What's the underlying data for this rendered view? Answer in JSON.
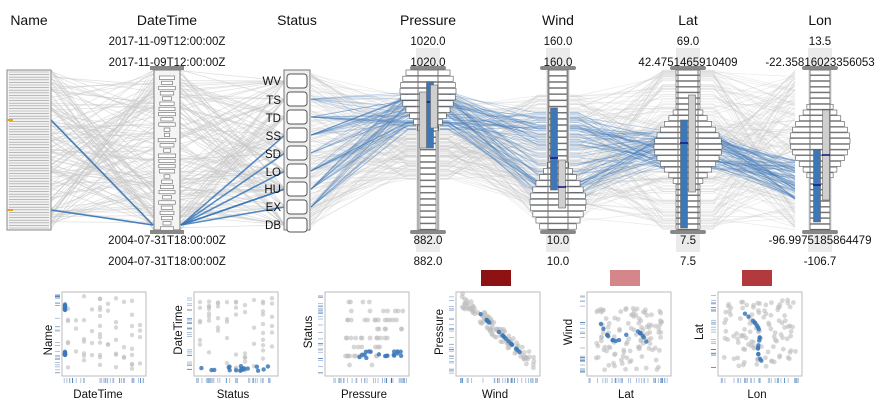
{
  "axes": [
    {
      "id": "name",
      "label": "Name"
    },
    {
      "id": "datetime",
      "label": "DateTime",
      "max_outer": "2017-11-09T12:00:00Z",
      "max_inner": "2017-11-09T12:00:00Z",
      "min_inner": "2004-07-31T18:00:00Z",
      "min_outer": "2004-07-31T18:00:00Z"
    },
    {
      "id": "status",
      "label": "Status",
      "categories": [
        "WV",
        "TS",
        "TD",
        "SS",
        "SD",
        "LO",
        "HU",
        "EX",
        "DB"
      ]
    },
    {
      "id": "pressure",
      "label": "Pressure",
      "max_outer": "1020.0",
      "max_inner": "1020.0",
      "min_inner": "882.0",
      "min_outer": "882.0"
    },
    {
      "id": "wind",
      "label": "Wind",
      "max_outer": "160.0",
      "max_inner": "160.0",
      "min_inner": "10.0",
      "min_outer": "10.0"
    },
    {
      "id": "lat",
      "label": "Lat",
      "max_outer": "69.0",
      "max_inner": "42.4751465910409",
      "min_inner": "7.5",
      "min_outer": "7.5"
    },
    {
      "id": "lon",
      "label": "Lon",
      "max_outer": "13.5",
      "max_inner": "-22.35816023356053",
      "min_inner": "-96.99751858644 79",
      "min_outer": "-106.7"
    }
  ],
  "scatter_matrix": [
    {
      "x": "DateTime",
      "y": "Name"
    },
    {
      "x": "Status",
      "y": "DateTime"
    },
    {
      "x": "Pressure",
      "y": "Status"
    },
    {
      "x": "Wind",
      "y": "Pressure",
      "swatch": "#8f1212"
    },
    {
      "x": "Lat",
      "y": "Wind",
      "swatch": "#d4868a"
    },
    {
      "x": "Lon",
      "y": "Lat",
      "swatch": "#b23a3d"
    }
  ],
  "colors": {
    "highlight": "#3c78b8",
    "context": "#c8c8c8",
    "median": "#1a1a8a",
    "accent": "#e8a21a"
  },
  "chart_data": {
    "type": "parallel_coordinates",
    "dimensions": [
      "Name",
      "DateTime",
      "Status",
      "Pressure",
      "Wind",
      "Lat",
      "Lon"
    ],
    "ranges": {
      "DateTime": [
        "2004-07-31T18:00:00Z",
        "2017-11-09T12:00:00Z"
      ],
      "Pressure": [
        882.0,
        1020.0
      ],
      "Wind": [
        10.0,
        160.0
      ],
      "Lat": [
        7.5,
        69.0
      ],
      "Lon": [
        -106.7,
        13.5
      ]
    },
    "status_categories": [
      "WV",
      "TS",
      "TD",
      "SS",
      "SD",
      "LO",
      "HU",
      "EX",
      "DB"
    ],
    "scatter_pairs": [
      [
        "DateTime",
        "Name"
      ],
      [
        "Status",
        "DateTime"
      ],
      [
        "Pressure",
        "Status"
      ],
      [
        "Wind",
        "Pressure"
      ],
      [
        "Lat",
        "Wind"
      ],
      [
        "Lon",
        "Lat"
      ]
    ]
  }
}
